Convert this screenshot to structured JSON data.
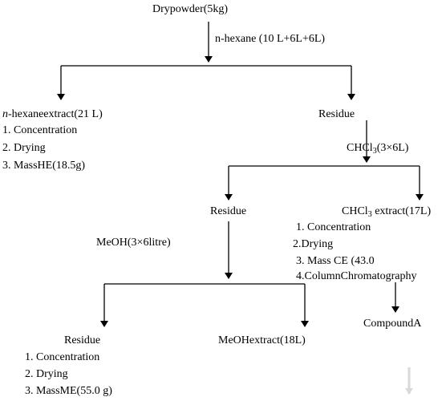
{
  "start": {
    "label": "Drypowder(5kg)"
  },
  "solvent_1": {
    "label": "n-hexane (10 L+6L+6L)"
  },
  "hexane_extract": {
    "prefix": "n",
    "label": "-hexaneextract(21 L)",
    "steps": [
      "1. Concentration",
      "2. Drying",
      "3. MassHE(18.5g)"
    ]
  },
  "residue_1": {
    "label": "Residue"
  },
  "solvent_2": {
    "prefix": "CHCl",
    "sub": "3",
    "suffix": "(3×6L)"
  },
  "residue_2": {
    "label": "Residue"
  },
  "chloroform_extract": {
    "prefix": "CHCl",
    "sub": "3",
    "suffix": " extract(17L)",
    "steps": [
      "1. Concentration",
      "2.Drying",
      "3. Mass CE (43.0",
      "4.ColumnChromatography"
    ]
  },
  "solvent_3": {
    "label": "MeOH(3×6litre)"
  },
  "residue_3": {
    "label": "Residue",
    "steps": [
      "1. Concentration",
      "2. Drying",
      "3. MassME(55.0 g)"
    ]
  },
  "methanol_extract": {
    "label": "MeOHextract(18L)"
  },
  "compound": {
    "label": "CompoundA"
  },
  "colors": {
    "ink": "#000000",
    "faint_arrow": "#d9d9d9"
  }
}
